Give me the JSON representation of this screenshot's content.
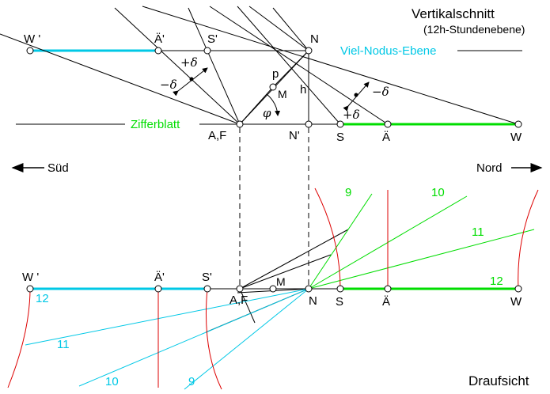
{
  "title": "Vertikalschnitt",
  "subtitle": "(12h-Stundenebene)",
  "bottom_title": "Draufsicht",
  "directions": {
    "south": "Süd",
    "north": "Nord"
  },
  "planes": {
    "viel_nodus": "Viel-Nodus-Ebene",
    "zifferblatt": "Zifferblatt"
  },
  "vertical_section": {
    "top_points": [
      "W '",
      "Ä'",
      "S'",
      "N"
    ],
    "base_points": [
      "A,F",
      "N'",
      "S",
      "Ä",
      "W"
    ],
    "symbols": {
      "p": "p",
      "M": "M",
      "h": "h",
      "phi": "φ",
      "plus_delta": "+δ",
      "minus_delta": "−δ"
    }
  },
  "top_view": {
    "points": [
      "W '",
      "Ä'",
      "S'",
      "A,F",
      "M",
      "N",
      "S",
      "Ä",
      "W"
    ],
    "hour_labels_green": [
      "9",
      "10",
      "11",
      "12"
    ],
    "hour_labels_cyan": [
      "12",
      "11",
      "10",
      "9"
    ]
  },
  "colors": {
    "cyan": "#00c8e6",
    "green": "#00dd00",
    "red": "#dd0000",
    "line": "#000000"
  }
}
